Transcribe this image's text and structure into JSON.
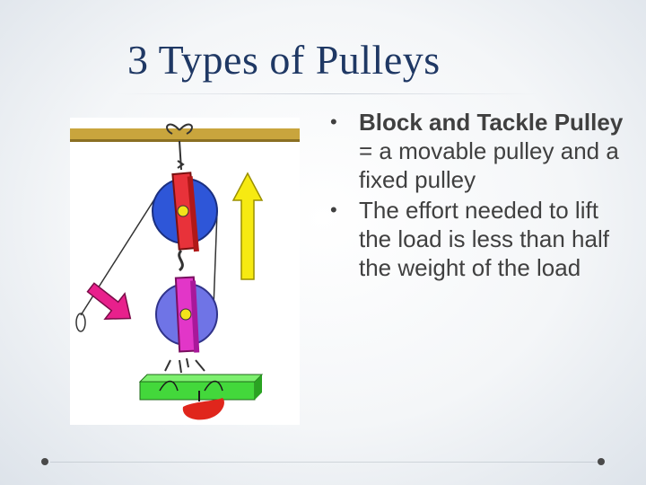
{
  "slide": {
    "title": "3 Types of Pulleys",
    "bullets": [
      {
        "lead": "Block and Tackle Pulley",
        "rest": " = a movable pulley and a fixed pulley"
      },
      {
        "lead": "",
        "rest": "The effort needed to lift the load is less than half the weight of the load"
      }
    ]
  },
  "figure": {
    "icon": "block-and-tackle-pulley-diagram",
    "colors": {
      "beam": "#c9a53d",
      "upper_wheel": "#2e56d8",
      "lower_wheel": "#6f74e6",
      "upper_strap": "#e8323a",
      "lower_strap": "#e236c8",
      "load": "#43d83b",
      "up_arrow": "#f6ea12",
      "effort_arrow": "#e8208c",
      "weight": "#e0261c",
      "axle": "#f2e21a"
    }
  }
}
